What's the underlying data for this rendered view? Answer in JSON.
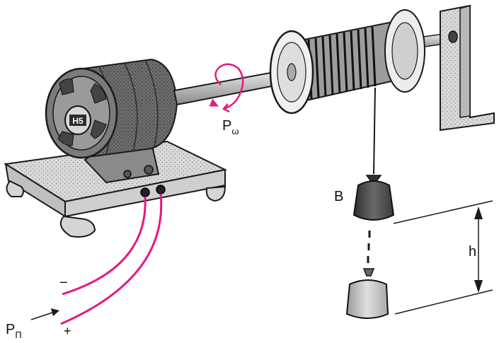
{
  "labels": {
    "power_omega_symbol": "P",
    "power_omega_subscript": "ω",
    "power_input_symbol": "P",
    "power_input_subscript": "П",
    "weight_label": "B",
    "height_label": "h",
    "minus_terminal": "−",
    "plus_terminal": "+"
  },
  "colors": {
    "wire": "#e6197f",
    "rotation_arrow": "#e6197f",
    "line_art": "#1a1a1a",
    "motor_body": "#6b6b6b",
    "weight_dark": "#4a4a4a",
    "weight_light": "#bdbdbd",
    "background": "#ffffff"
  },
  "icons": {
    "rotation": "curved-arrow-icon",
    "height_span": "double-arrow-icon"
  }
}
